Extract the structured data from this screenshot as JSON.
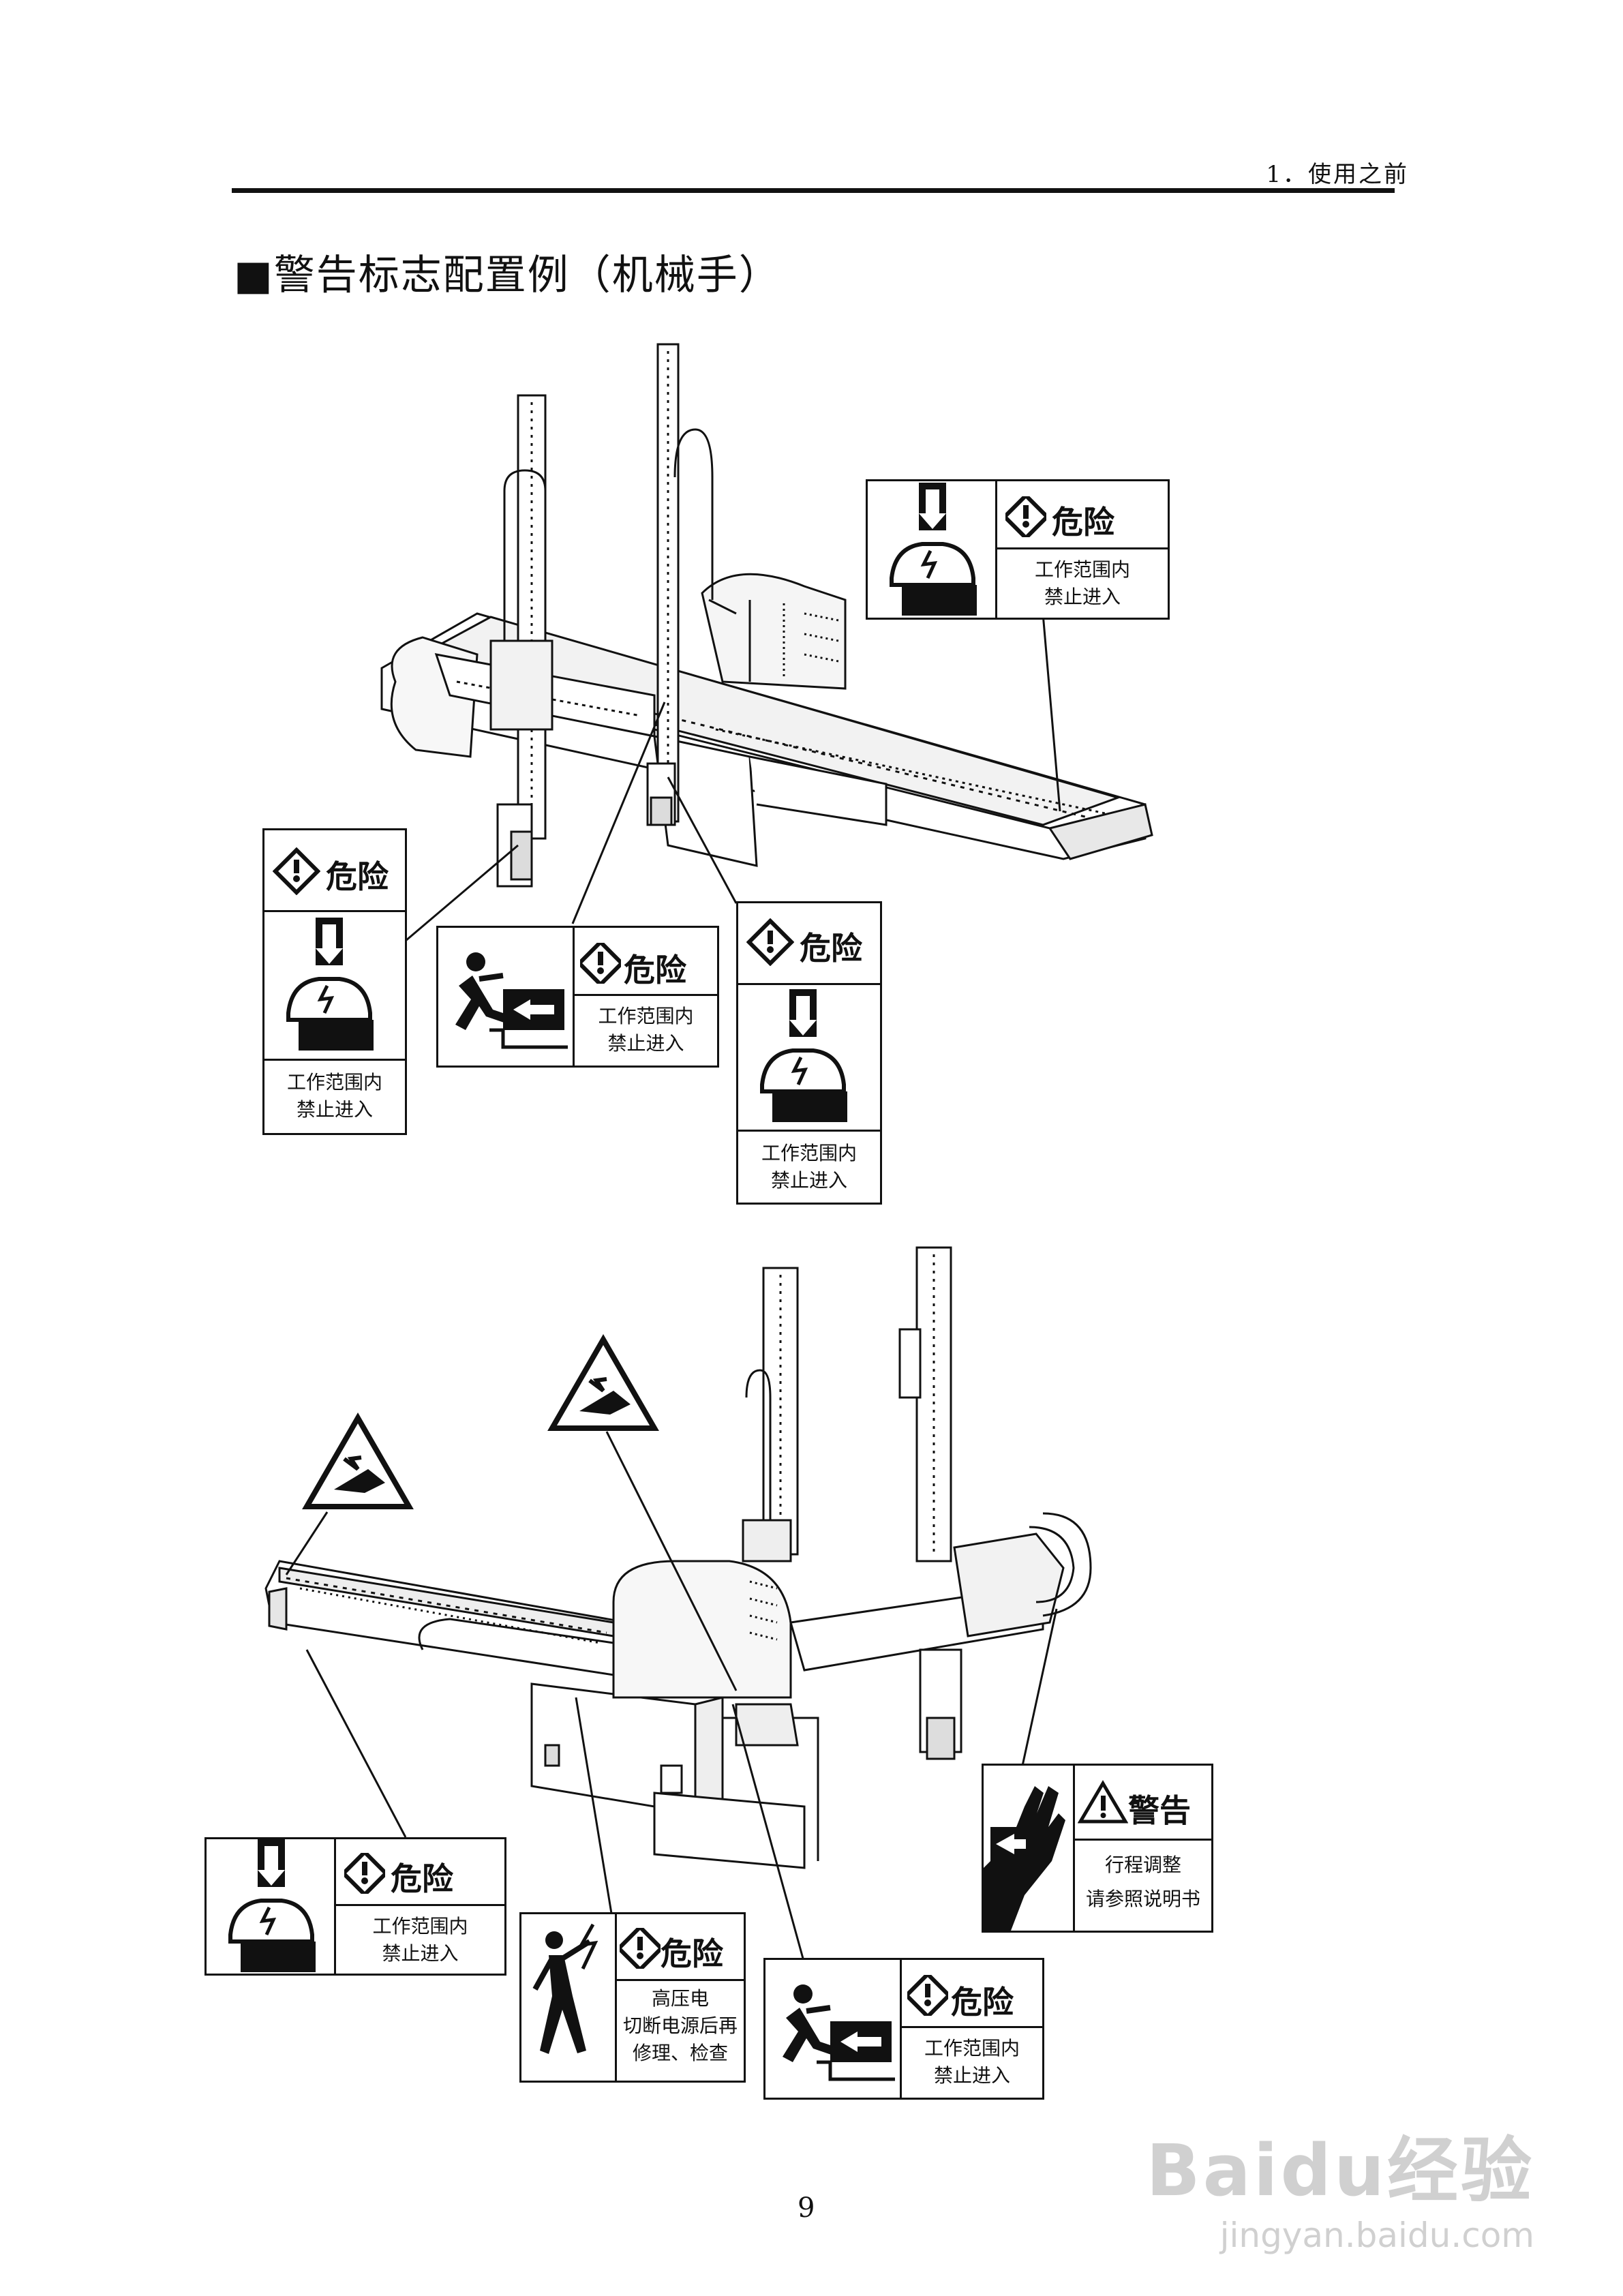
{
  "header": {
    "section": "1．使用之前"
  },
  "title": "■警告标志配置例（机械手）",
  "page_number": "9",
  "signs": {
    "danger_word": "危险",
    "warning_word": "警告",
    "no_entry_line1": "工作范围内",
    "no_entry_line2": "禁止进入",
    "voltage_line1": "高压电",
    "voltage_line2": "切断电源后再",
    "voltage_line3": "修理、检查",
    "adjust_line1": "行程调整",
    "adjust_line2": "请参照说明书"
  },
  "watermark": {
    "main": "Baidu经验",
    "sub": "jingyan.baidu.com"
  },
  "icons": [
    "diamond-exclamation-icon",
    "head-hazard-icon",
    "falling-person-icon",
    "high-voltage-icon",
    "hand-crush-icon",
    "triangle-warning-icon",
    "hand-pinch-icon"
  ],
  "colors": {
    "ink": "#111111",
    "paper": "#ffffff",
    "watermark": "#d0d0d0"
  }
}
